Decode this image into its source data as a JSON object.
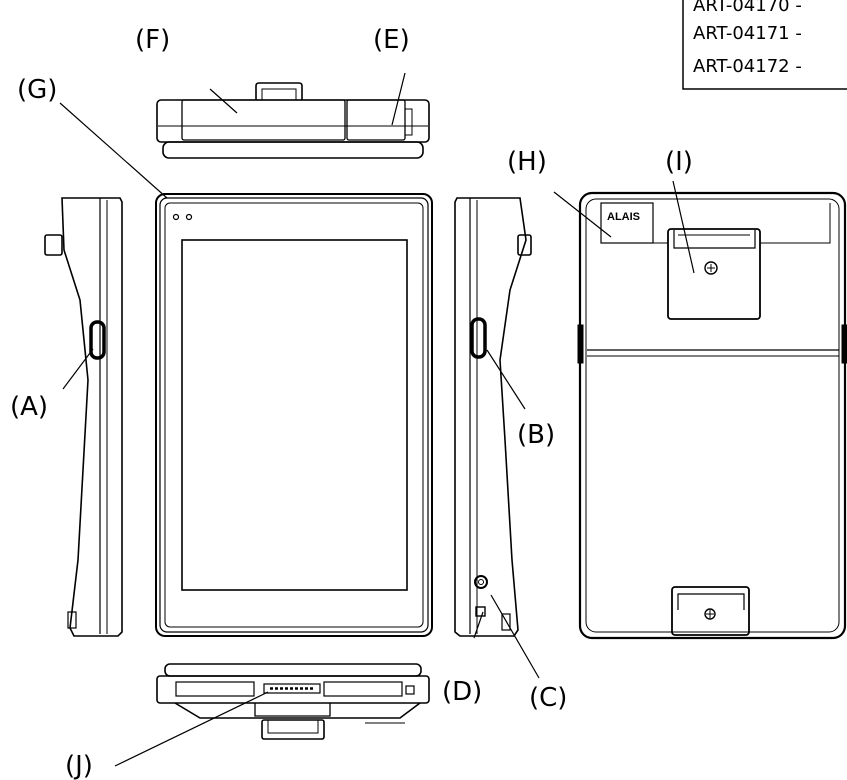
{
  "part_numbers": [
    "ART-04170 -",
    "ART-04171 -",
    "ART-04172 -"
  ],
  "logo_text": "ALAIS",
  "callouts": {
    "a": "(A)",
    "b": "(B)",
    "c": "(C)",
    "d": "(D)",
    "e": "(E)",
    "f": "(F)",
    "g": "(G)",
    "h": "(H)",
    "i": "(I)",
    "j": "(J)"
  }
}
